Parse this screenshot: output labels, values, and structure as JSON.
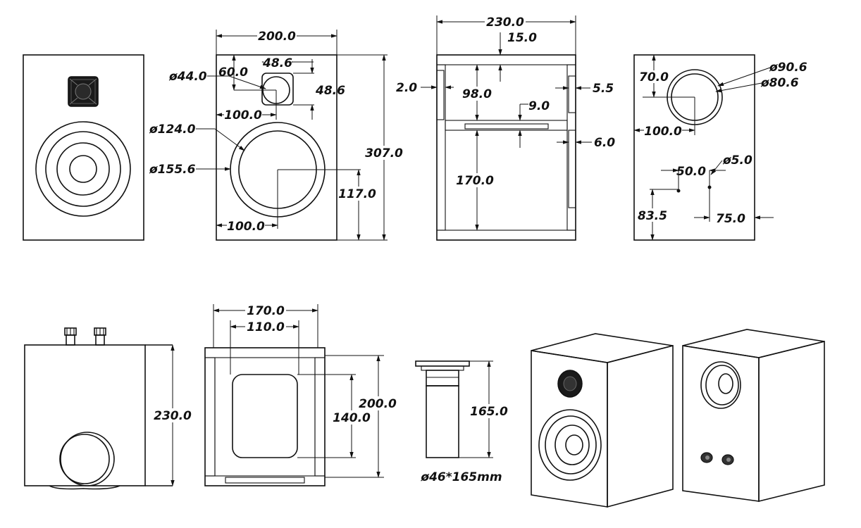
{
  "views": {
    "front_view": {
      "width": "200.0",
      "height": "307.0",
      "tweeter_dia": "ø44.0",
      "tweeter_top": "60.0",
      "tweeter_w": "48.6",
      "tweeter_h": "48.6",
      "tweeter_side": "100.0",
      "woofer_dia_inner": "ø124.0",
      "woofer_dia_outer": "ø155.6",
      "woofer_bottom": "117.0",
      "woofer_side": "100.0"
    },
    "section_view": {
      "depth": "230.0",
      "top_wall": "15.0",
      "side_wall": "2.0",
      "upper_h": "98.0",
      "baffle_gap": "9.0",
      "lower_h": "170.0",
      "back_recess_upper": "5.5",
      "back_recess_lower": "6.0"
    },
    "rear_view": {
      "port_outer": "ø90.6",
      "port_inner": "ø80.6",
      "port_top": "70.0",
      "port_side": "100.0",
      "terminal_dia": "ø5.0",
      "terminal_spacing": "50.0",
      "terminal_bottom": "83.5",
      "terminal_side": "75.0"
    },
    "side_view": {
      "depth": "230.0"
    },
    "top_section": {
      "outer_w": "170.0",
      "inner_w": "110.0",
      "outer_d": "200.0",
      "inner_d": "140.0"
    },
    "port_tube": {
      "length": "165.0",
      "caption": "ø46*165mm"
    }
  },
  "colors": {
    "line": "#111111",
    "background": "#ffffff"
  }
}
